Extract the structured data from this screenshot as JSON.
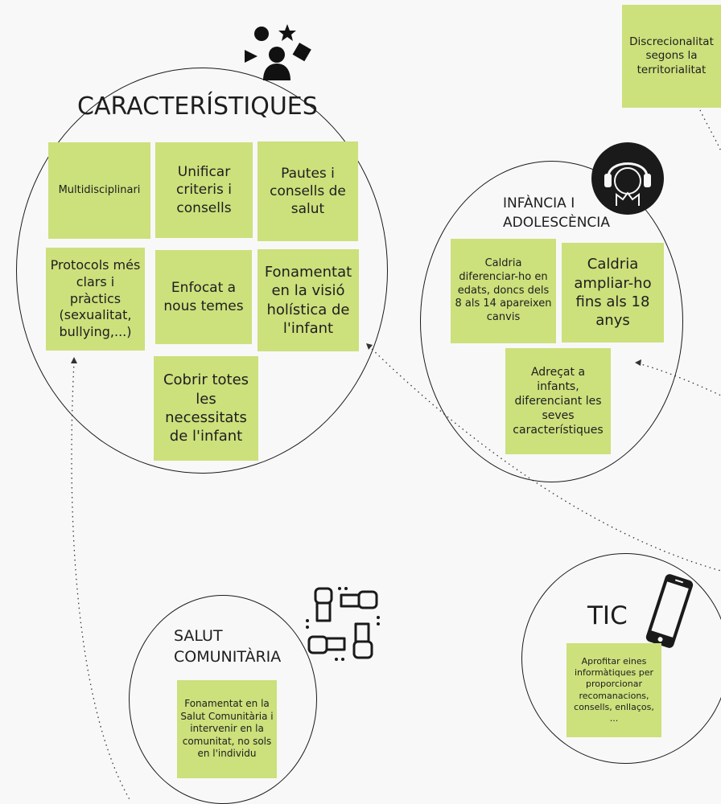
{
  "colors": {
    "background": "#f8f8f8",
    "note": "#cce07c",
    "ink": "#1e1e1e"
  },
  "caracteristiques": {
    "title": "CARACTERÍSTIQUES",
    "icon": "shapes-person-icon",
    "notes": [
      "Multidisciplinari",
      "Unificar criteris i consells",
      "Pautes i consells de salut",
      "Protocols més clars i pràctics (sexualitat, bullying,...)",
      "Enfocat a nous temes",
      "Fonamentat en la visió holística de l'infant",
      "Cobrir totes les necessitats de l'infant"
    ]
  },
  "infancia": {
    "title_line1": "INFÀNCIA I",
    "title_line2": "ADOLESCÈNCIA",
    "icon": "child-headphones-icon",
    "notes": [
      "Caldria diferenciar-ho en edats, doncs dels 8 als 14 apareixen canvis",
      "Caldria ampliar-ho fins als 18 anys",
      "Adreçat a infants, diferenciant les seves característiques"
    ]
  },
  "salut": {
    "title_line1": "SALUT",
    "title_line2": "COMUNITÀRIA",
    "icon": "joined-hands-icon",
    "notes": [
      "Fonamentat en la Salut Comunitària i intervenir en la comunitat, no sols en l'individu"
    ]
  },
  "tic": {
    "title": "TIC",
    "icon": "smartphone-icon",
    "notes": [
      "Aprofitar eines informàtiques per proporcionar recomanacions, consells, enllaços, ..."
    ]
  },
  "floating_note": "Discrecionalitat segons la territorialitat"
}
